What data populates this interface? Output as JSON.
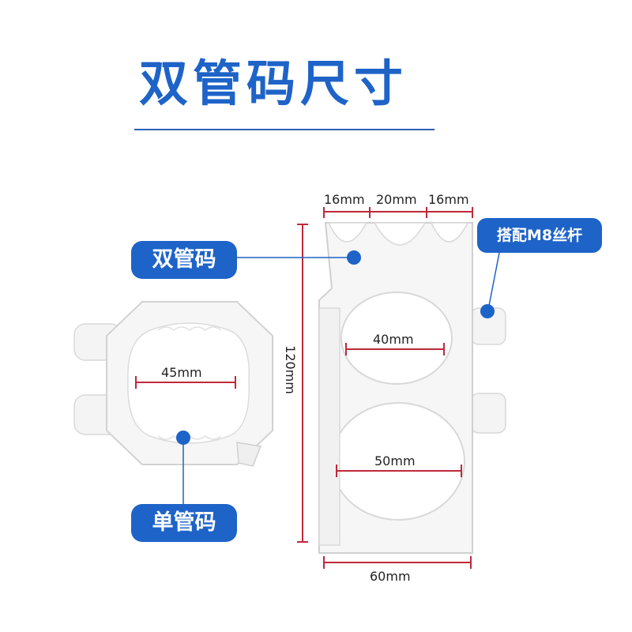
{
  "title": "双管码尺寸",
  "labels": {
    "double_clamp": "双管码",
    "single_clamp": "单管码",
    "rod": "搭配M8丝杆"
  },
  "dimensions": {
    "top_left_slot": "16mm",
    "top_middle_slot": "20mm",
    "top_right_slot": "16mm",
    "height": "120mm",
    "double_upper_ring": "40mm",
    "double_lower_ring": "50mm",
    "double_width": "60mm",
    "single_ring": "45mm"
  },
  "colors": {
    "brand_blue": "#1e63c8",
    "dimension_red": "#c0283a",
    "clamp_white": "#f6f6f6",
    "clamp_edge": "#d4d4d4"
  }
}
